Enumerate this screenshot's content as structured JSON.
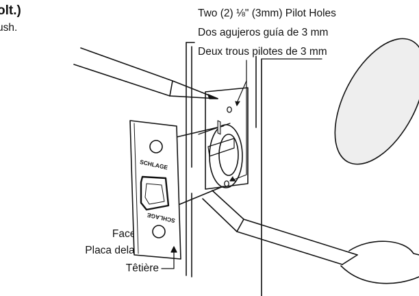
{
  "header": {
    "heading_fragment": "olt.)",
    "subline_fragment": "ush."
  },
  "callouts": {
    "pilot_holes": {
      "english": "Two (2) ⅛\" (3mm) Pilot Holes",
      "spanish": "Dos agujeros guía de 3 mm",
      "french": "Deux trous pilotes de 3 mm"
    },
    "faceplate": {
      "english": "Faceplate",
      "spanish": "Placa delantera",
      "french": "Têtière"
    }
  },
  "artwork": {
    "faceplate_brand_text": "SCHLAGE"
  }
}
